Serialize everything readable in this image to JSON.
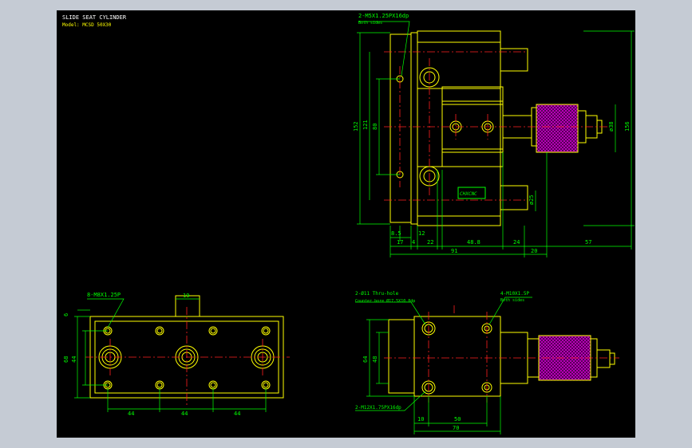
{
  "window": {
    "bg": "#c5cbd4",
    "canvas_bg": "#000000"
  },
  "colors": {
    "part": "#ffff00",
    "dim": "#00ff00",
    "center": "#ff2020",
    "knurl": "#cc00cc",
    "white": "#ffffff",
    "cyan": "#00ffff"
  },
  "title": {
    "line1": "SLIDE SEAT CYLINDER",
    "line2": "Model: MCSD 50X30"
  },
  "top_view": {
    "callout_top": "2-M5X1.25PX16dp",
    "callout_top_sub": "Both sides",
    "brand": "CHXCNC",
    "dims": {
      "d152": "152",
      "d121": "121",
      "d80": "80",
      "d8_5": "8.5",
      "d17": "17",
      "d4": "4",
      "d12": "12",
      "d22": "22",
      "d48_8": "48.8",
      "d24": "24",
      "d57": "57",
      "d91": "91",
      "d20": "20",
      "d156": "156",
      "d38": "ø38",
      "d25": "ø25"
    }
  },
  "bottom_left": {
    "callout": "8-M8X1.25P",
    "dims": {
      "d19": "19",
      "d6": "6",
      "d68": "68",
      "d44v": "44",
      "d44a": "44",
      "d44b": "44",
      "d44c": "44"
    }
  },
  "bottom_right": {
    "callout1": "2-Ø11  Thru-hole",
    "callout1b": "Counter bore  Ø17.5X10.8dp",
    "callout2": "4-M10X1.5P",
    "callout2_sub": "Both sides",
    "callout3": "2-M12X1.75PX16dp",
    "dims": {
      "d64": "64",
      "d48": "48",
      "d10": "10",
      "d50": "50",
      "d70": "70"
    }
  }
}
